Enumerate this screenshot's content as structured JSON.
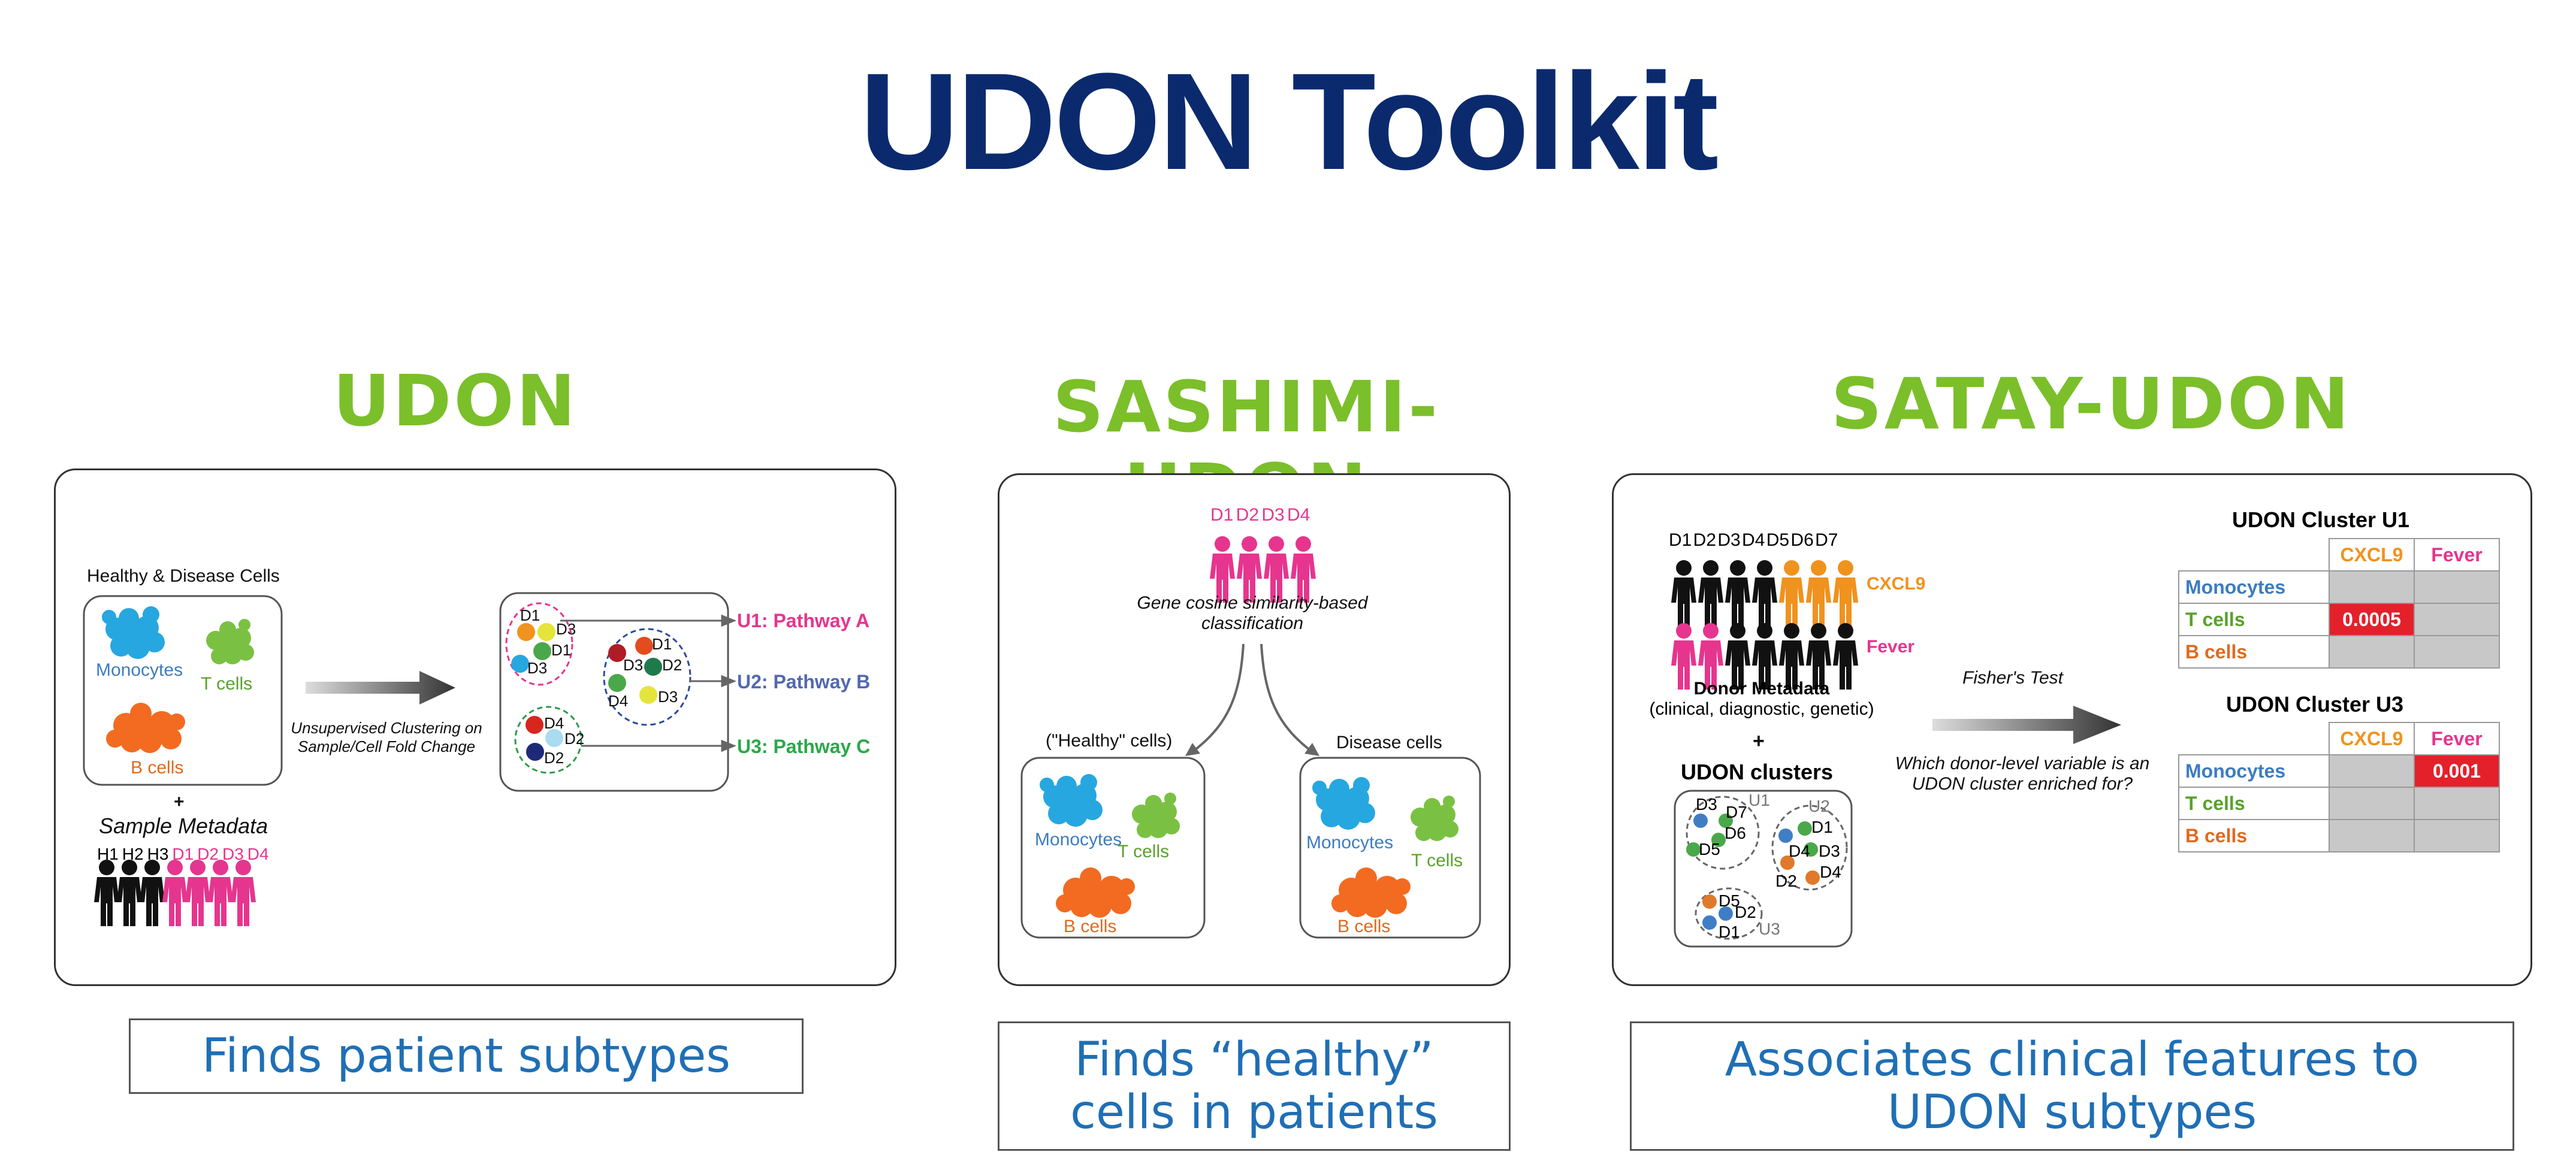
{
  "title": "UDON Toolkit",
  "colors": {
    "title": "#0b2a6e",
    "section": "#7bbf2a",
    "caption": "#1f6fb5",
    "pink": "#e6358e",
    "orange": "#f0921e",
    "red": "#e4202a"
  },
  "udon": {
    "heading": "UDON",
    "cells_title": "Healthy & Disease Cells",
    "monocytes": "Monocytes",
    "t_cells": "T cells",
    "b_cells": "B cells",
    "plus": "+",
    "sample_metadata": "Sample Metadata",
    "healthy_ids": [
      "H1",
      "H2",
      "H3"
    ],
    "disease_ids": [
      "D1",
      "D2",
      "D3",
      "D4"
    ],
    "clustering_line1": "Unsupervised Clustering on",
    "clustering_line2": "Sample/Cell Fold Change",
    "cluster1": [
      "D1",
      "D3",
      "D1",
      "D3"
    ],
    "cluster2": [
      "D1",
      "D3",
      "D2",
      "D4",
      "D3"
    ],
    "cluster3": [
      "D4",
      "D2",
      "D2"
    ],
    "pathway_u1": "U1: Pathway A",
    "pathway_u2": "U2: Pathway B",
    "pathway_u3": "U3: Pathway C",
    "caption": "Finds patient subtypes"
  },
  "sashimi": {
    "heading": "SASHIMI-UDON",
    "donors": "D1 D2 D3 D4",
    "classification_line1": "Gene cosine similarity-based",
    "classification_line2": "classification",
    "healthy_label": "(\"Healthy\" cells)",
    "disease_label": "Disease cells",
    "monocytes": "Monocytes",
    "t_cells": "T cells",
    "b_cells": "B cells",
    "caption_line1": "Finds “healthy”",
    "caption_line2": "cells in patients"
  },
  "satay": {
    "heading": "SATAY-UDON",
    "donors": "D1 D2 D3 D4 D5 D6 D7",
    "cxcl9": "CXCL9",
    "fever": "Fever",
    "donor_metadata": "Donor Metadata",
    "donor_metadata_sub": "(clinical, diagnostic, genetic)",
    "plus": "+",
    "udon_clusters": "UDON clusters",
    "cluster_u1": "U1",
    "cluster_u2": "U2",
    "cluster_u3": "U3",
    "u1_donors": [
      "D3",
      "D7",
      "D6",
      "D5"
    ],
    "u2_donors": [
      "D1",
      "D4",
      "D3",
      "D2",
      "D4"
    ],
    "u3_donors": [
      "D5",
      "D2",
      "D1"
    ],
    "fishers": "Fisher's Test",
    "question_line1": "Which donor-level variable is an",
    "question_line2": "UDON cluster enriched for?",
    "table1": {
      "title": "UDON Cluster U1",
      "col1": "CXCL9",
      "col2": "Fever",
      "rows": [
        {
          "name": "Monocytes",
          "v1": "",
          "v2": ""
        },
        {
          "name": "T cells",
          "v1": "0.0005",
          "v2": ""
        },
        {
          "name": "B cells",
          "v1": "",
          "v2": ""
        }
      ]
    },
    "table2": {
      "title": "UDON Cluster U3",
      "col1": "CXCL9",
      "col2": "Fever",
      "rows": [
        {
          "name": "Monocytes",
          "v1": "",
          "v2": "0.001"
        },
        {
          "name": "T cells",
          "v1": "",
          "v2": ""
        },
        {
          "name": "B cells",
          "v1": "",
          "v2": ""
        }
      ]
    },
    "caption_line1": "Associates clinical features to",
    "caption_line2": "UDON subtypes"
  }
}
